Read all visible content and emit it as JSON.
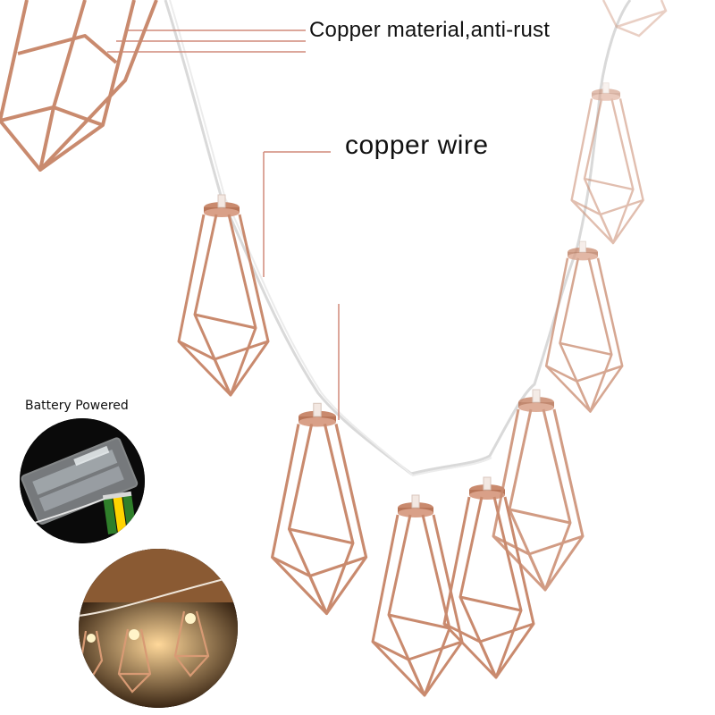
{
  "callouts": {
    "copper_material": "Copper material,anti-rust",
    "copper_wire": "copper wire"
  },
  "battery": {
    "label": "Battery Powered"
  },
  "colors": {
    "copper": "#c98a6e",
    "copper_dark": "#a8664c",
    "wire": "#d9d9d9",
    "callout_line": "#d08a7a",
    "background": "#ffffff"
  }
}
